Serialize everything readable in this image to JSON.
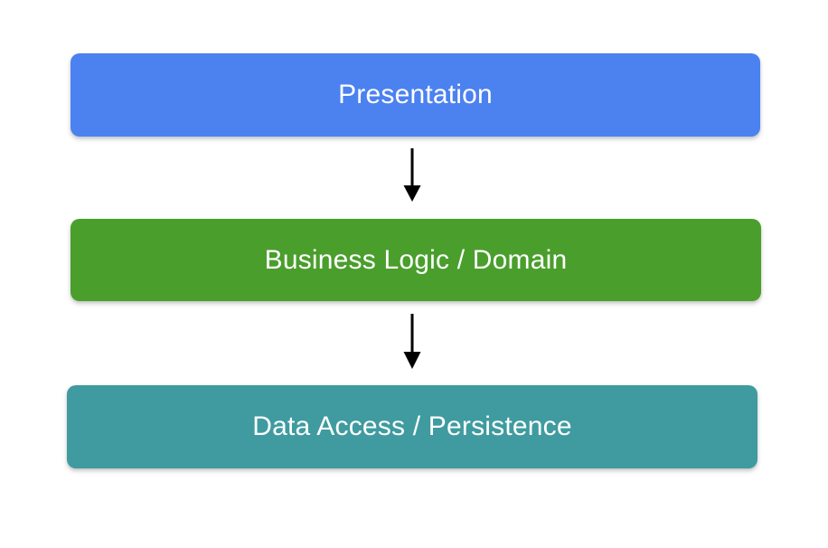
{
  "diagram": {
    "type": "flowchart",
    "orientation": "vertical-top-down",
    "background_color": "#ffffff",
    "title": "",
    "layers": [
      {
        "id": "presentation",
        "label": "Presentation",
        "color": "#4c81f0",
        "text_color": "#ffffff",
        "order": 1
      },
      {
        "id": "business",
        "label": "Business Logic / Domain",
        "color": "#4a9e2c",
        "text_color": "#ffffff",
        "order": 2
      },
      {
        "id": "data",
        "label": "Data Access / Persistence",
        "color": "#3f9b9f",
        "text_color": "#ffffff",
        "order": 3
      }
    ],
    "connectors": [
      {
        "id": "presentation-to-business",
        "from": "presentation",
        "to": "business",
        "color": "#000000",
        "icon": "down-arrow-icon",
        "label": ""
      },
      {
        "id": "business-to-data",
        "from": "business",
        "to": "data",
        "color": "#000000",
        "icon": "down-arrow-icon",
        "label": ""
      }
    ]
  }
}
